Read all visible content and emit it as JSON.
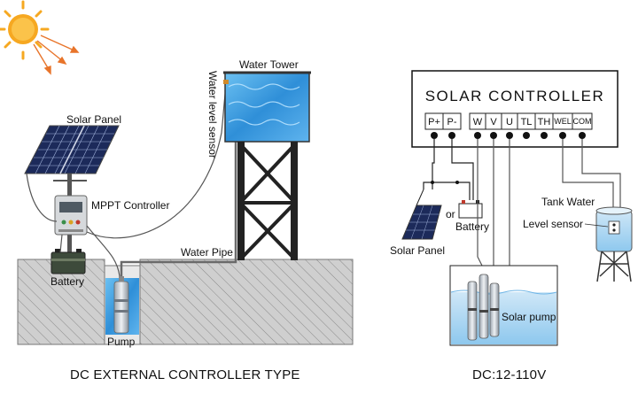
{
  "left": {
    "solar_panel_label": "Solar Panel",
    "mppt_label": "MPPT Controller",
    "battery_label": "Battery",
    "pump_label": "Pump",
    "water_pipe_label": "Water Pipe",
    "water_tower_label": "Water Tower",
    "level_sensor_label": "Water level sensor",
    "caption": "DC EXTERNAL CONTROLLER TYPE"
  },
  "right": {
    "controller_title": "SOLAR CONTROLLER",
    "terminals": [
      "P+",
      "P-",
      "W",
      "V",
      "U",
      "TL",
      "TH",
      "WEL",
      "COM"
    ],
    "or_label": "or",
    "battery_label": "Battery",
    "solar_panel_label": "Solar Panel",
    "tank_water_label": "Tank Water",
    "level_sensor_label": "Level sensor",
    "solar_pump_label": "Solar pump",
    "caption": "DC:12-110V"
  },
  "colors": {
    "sun": "#f6a821",
    "sun_rays": "#e8742a",
    "water": "#2f8fd8",
    "ground": "#c9c9c9",
    "solar_cell": "#1c2a5a"
  }
}
